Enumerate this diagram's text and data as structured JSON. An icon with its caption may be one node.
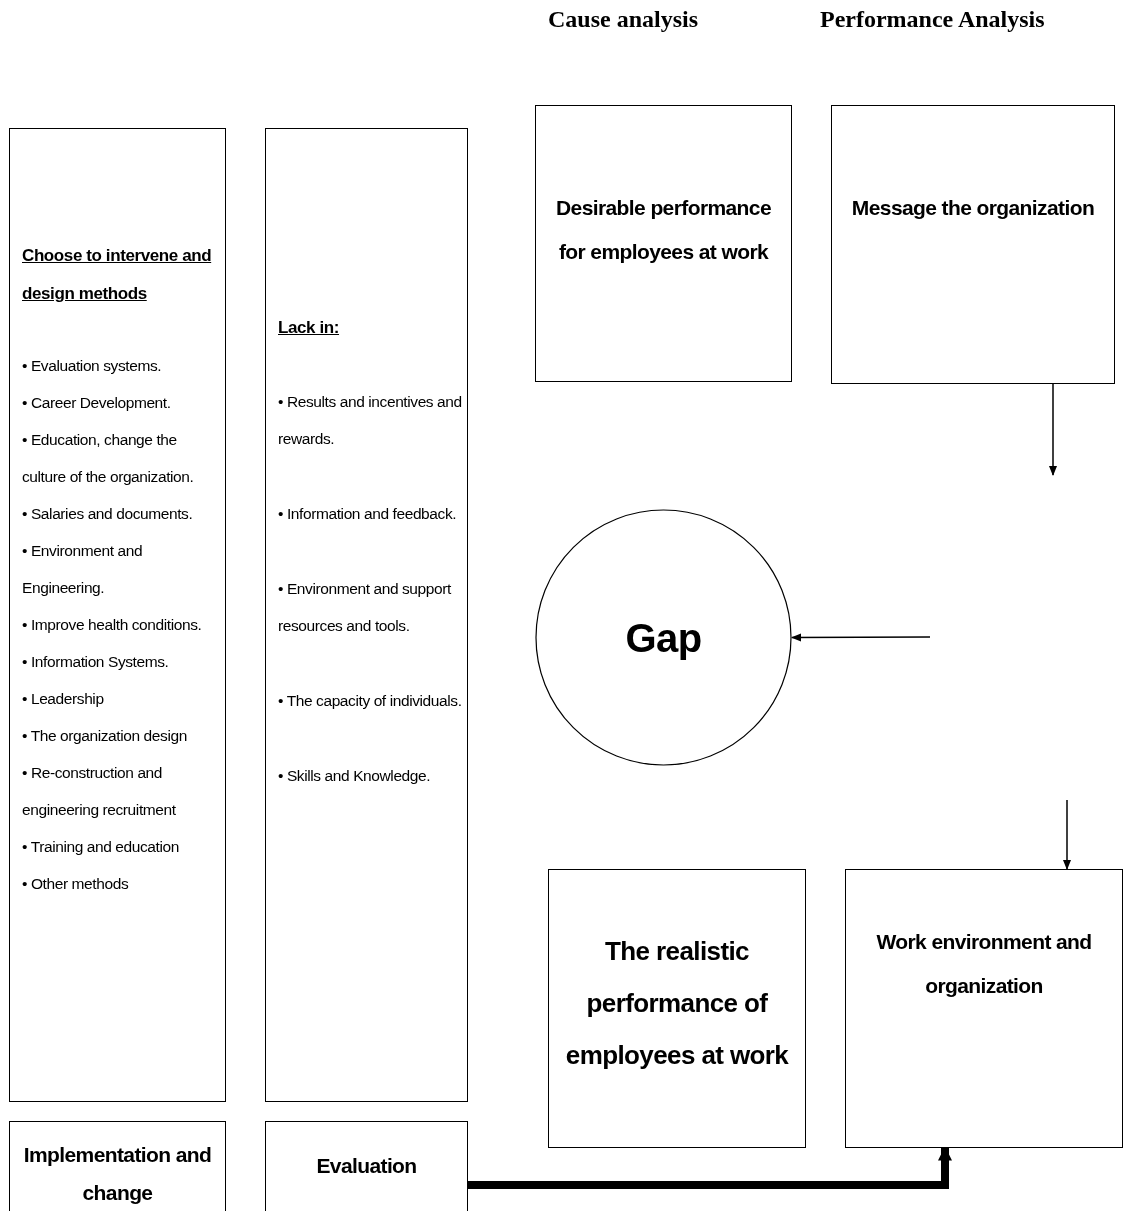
{
  "diagram": {
    "nodes": [
      {
        "text": [
          "Desirable performance for employees at work"
        ]
      },
      {
        "text": [
          "Message the organization"
        ]
      },
      {
        "text": [
          "Choose to intervene and design methods",
          "• Evaluation systems.",
          "• Career Development.",
          "• Education, change the culture of the organization.",
          "• Salaries and documents.",
          "• Environment and Engineering.",
          "• Improve health conditions.",
          "• Information Systems.",
          "• Leadership",
          "• The organization design",
          "• Re-construction and engineering recruitment",
          "• Training and education",
          "• Other methods"
        ]
      },
      {
        "text": [
          "Lack in:",
          "• Results and incentives and rewards.",
          "• Information and feedback.",
          "• Environment and support resources and tools.",
          "• The capacity of individuals.",
          "• Skills and Knowledge."
        ]
      },
      {
        "text": [
          "Gap"
        ]
      },
      {
        "text": [
          "The realistic performance of employees at work"
        ]
      },
      {
        "text": [
          "Work environment and organization"
        ]
      },
      {
        "text": [
          "Implementation and change"
        ]
      },
      {
        "text": [
          "Evaluation"
        ]
      }
    ],
    "edges": [
      {
        "from": 1,
        "to": null,
        "arrow": "to"
      },
      {
        "from": null,
        "to": 4,
        "arrow": "to"
      },
      {
        "from": null,
        "to": 6,
        "arrow": "to"
      },
      {
        "from": 8,
        "to": 6,
        "arrow": "to",
        "style": "thick"
      }
    ],
    "labels": [
      "Cause analysis",
      "Performance Analysis"
    ]
  }
}
